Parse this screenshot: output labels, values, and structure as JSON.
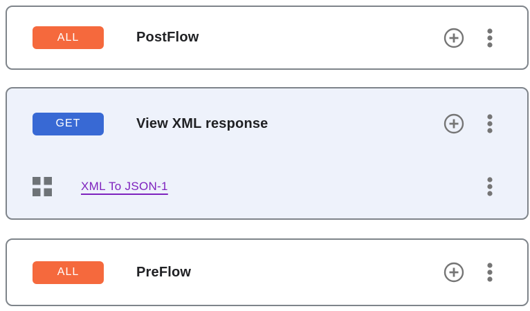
{
  "colors": {
    "badge-all": "#F5693D",
    "badge-get": "#3869D4",
    "card-border": "#7E848A",
    "card-highlight-bg": "#EEF2FB",
    "title-text": "#202124",
    "icon-gray": "#757575",
    "policy-link": "#7E22BE"
  },
  "cards": {
    "postflow": {
      "badge": "ALL",
      "title": "PostFlow"
    },
    "conditional_flow": {
      "badge": "GET",
      "title": "View XML response",
      "policy": {
        "name": "XML To JSON-1"
      }
    },
    "preflow": {
      "badge": "ALL",
      "title": "PreFlow"
    }
  },
  "icons": {
    "add": "add-circle-icon",
    "menu": "kebab-menu-icon",
    "policy": "policy-grid-icon"
  }
}
